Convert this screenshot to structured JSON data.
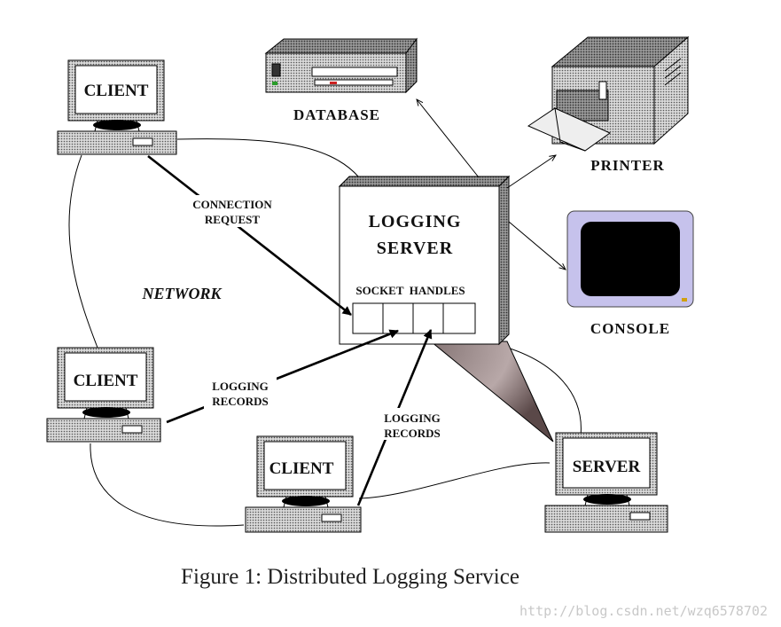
{
  "diagram": {
    "clients": [
      {
        "label": "CLIENT"
      },
      {
        "label": "CLIENT"
      },
      {
        "label": "CLIENT"
      }
    ],
    "server": {
      "label": "SERVER"
    },
    "logging_server": {
      "title_line1": "LOGGING",
      "title_line2": "SERVER",
      "socket_label": "SOCKET  HANDLES"
    },
    "database": {
      "label": "DATABASE"
    },
    "printer": {
      "label": "PRINTER"
    },
    "console": {
      "label": "CONSOLE"
    },
    "network_label": "NETWORK",
    "connection_request": {
      "line1": "CONNECTION",
      "line2": "REQUEST"
    },
    "logging_records_left": {
      "line1": "LOGGING",
      "line2": "RECORDS"
    },
    "logging_records_bottom": {
      "line1": "LOGGING",
      "line2": "RECORDS"
    },
    "caption": "Figure 1: Distributed Logging Service",
    "watermark": "http://blog.csdn.net/wzq6578702"
  }
}
